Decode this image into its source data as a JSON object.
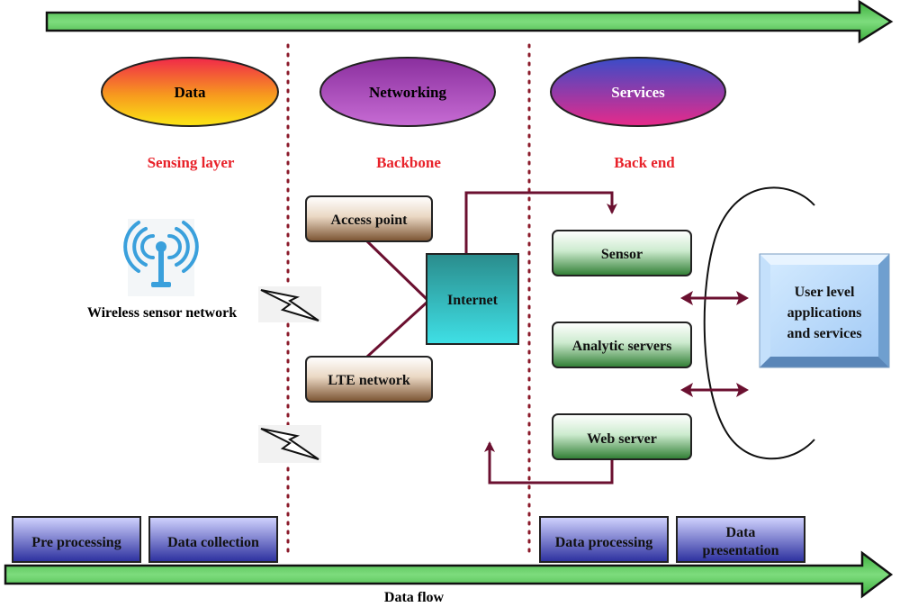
{
  "top_arrow": {},
  "columns": {
    "data": {
      "label": "Data",
      "layer": "Sensing layer"
    },
    "networking": {
      "label": "Networking",
      "layer": "Backbone"
    },
    "services": {
      "label": "Services",
      "layer": "Back end"
    }
  },
  "sensing": {
    "wsn_label": "Wireless sensor network",
    "icon": "wifi-antenna-icon"
  },
  "backbone": {
    "access_point": "Access point",
    "lte_network": "LTE network",
    "internet": "Internet"
  },
  "backend": {
    "sensor": "Sensor",
    "analytic_servers": "Analytic servers",
    "web_server": "Web server"
  },
  "user_level": {
    "line1": "User level",
    "line2": "applications",
    "line3": "and services"
  },
  "bottom_boxes": {
    "pre_processing": "Pre processing",
    "data_collection": "Data collection",
    "data_processing": "Data processing",
    "data_presentation_1": "Data",
    "data_presentation_2": "presentation"
  },
  "data_flow_label": "Data flow",
  "colors": {
    "arrow_green": "#5cc65c",
    "connector": "#6b1030",
    "layer_red": "#e8222a",
    "divider": "#8b1a2a"
  }
}
